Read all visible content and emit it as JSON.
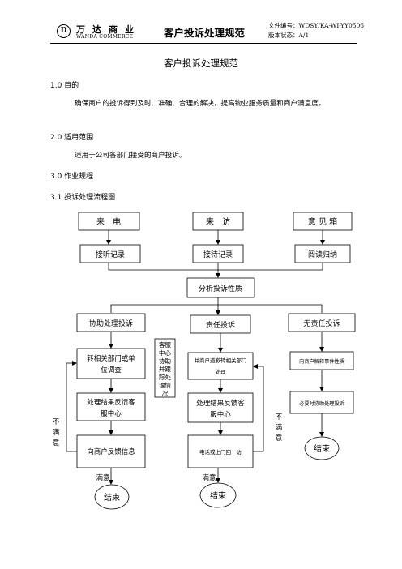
{
  "header": {
    "logo_letter": "D",
    "logo_cn": "万达商业",
    "logo_en": "WANDA COMMERCE",
    "title": "客户投诉处理规范",
    "doc_no": "文件编号：WDSY/KA-WI-YY0506",
    "version": "版本状态：A/1"
  },
  "doc_title": "客户投诉处理规范",
  "sections": {
    "s1_heading": "1.0  目的",
    "s1_body": "确保商户的投诉得到及时、准确、合理的解决，提高物业服务质量和商户满意度。",
    "s2_heading": "2.0  适用范围",
    "s2_body": "适用于公司各部门接受的商户投诉。",
    "s3_heading": "3.0 作业规程",
    "s31_heading": "3.1  投诉处理流程图"
  },
  "flow": {
    "src_phone": "来　电",
    "src_visit": "来　访",
    "src_box": "意 见 箱",
    "rec_phone": "接听记录",
    "rec_visit": "接待记录",
    "rec_box": "阅读归纳",
    "analyze": "分析投诉性质",
    "assist": "协助处理投诉",
    "responsible": "责任投诉",
    "no_responsible": "无责任投诉",
    "service_center": [
      "客服",
      "中心",
      "协助",
      "并跟",
      "踪处",
      "理情",
      "况"
    ],
    "transfer": [
      "转相关部门或单",
      "位调查"
    ],
    "apologize": [
      "并商户道歉转相关部门",
      "处理"
    ],
    "explain": "向商户解释事件性质",
    "feedback_left": [
      "处理结果反馈客",
      "服中心"
    ],
    "feedback_mid": [
      "处理结果反馈客",
      "服中心"
    ],
    "assist_if_needed": "必要时协助处理投诉",
    "reply_tenant": "向商户反馈信息",
    "phone_visit": "电话或上门回　访",
    "unsatisfied_left": [
      "不",
      "满",
      "意"
    ],
    "unsatisfied_mid": [
      "不",
      "满",
      "意"
    ],
    "satisfied_left": "满意",
    "satisfied_mid": "满意",
    "end_left": "结束",
    "end_mid": "结束",
    "end_right": "结束"
  }
}
